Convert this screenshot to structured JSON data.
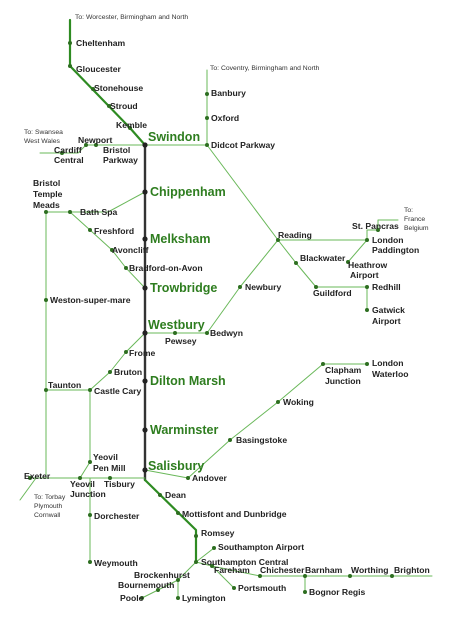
{
  "colors": {
    "line": "#6ab85a",
    "main_line": "#2e8b22",
    "core_line": "#333333",
    "major_label": "#2e7d1f",
    "label": "#222222"
  },
  "notes": {
    "worcester": "To: Worcester, Birmingham and North",
    "coventry": "To: Coventry, Birmingham and North",
    "swansea_1": "To: Swansea",
    "swansea_2": "West Wales",
    "france_1": "To:",
    "france_2": "France",
    "france_3": "Belgium",
    "torbay_1": "To: Torbay",
    "torbay_2": "Plymouth",
    "torbay_3": "Cornwall"
  },
  "major_stations": {
    "swindon": "Swindon",
    "chippenham": "Chippenham",
    "melksham": "Melksham",
    "trowbridge": "Trowbridge",
    "westbury": "Westbury",
    "dilton_marsh": "Dilton Marsh",
    "warminster": "Warminster",
    "salisbury": "Salisbury"
  },
  "stations": {
    "cheltenham": "Cheltenham",
    "gloucester": "Gloucester",
    "stonehouse": "Stonehouse",
    "stroud": "Stroud",
    "kemble": "Kemble",
    "banbury": "Banbury",
    "oxford": "Oxford",
    "didcot_parkway": "Didcot Parkway",
    "newport": "Newport",
    "cardiff_1": "Cardiff",
    "cardiff_2": "Central",
    "bristol_parkway_1": "Bristol",
    "bristol_parkway_2": "Parkway",
    "bristol_tm_1": "Bristol",
    "bristol_tm_2": "Temple",
    "bristol_tm_3": "Meads",
    "bath_spa": "Bath Spa",
    "freshford": "Freshford",
    "avoncliff": "Avoncliff",
    "bradford_on_avon": "Bradford-on-Avon",
    "weston_super_mare": "Weston-super-mare",
    "reading": "Reading",
    "st_pancras": "St. Pancras",
    "london_paddington_1": "London",
    "london_paddington_2": "Paddington",
    "blackwater": "Blackwater",
    "heathrow_1": "Heathrow",
    "heathrow_2": "Airport",
    "guildford": "Guildford",
    "redhill": "Redhill",
    "gatwick_1": "Gatwick",
    "gatwick_2": "Airport",
    "newbury": "Newbury",
    "pewsey": "Pewsey",
    "bedwyn": "Bedwyn",
    "frome": "Frome",
    "bruton": "Bruton",
    "castle_cary": "Castle Cary",
    "taunton": "Taunton",
    "clapham_1": "Clapham",
    "clapham_2": "Junction",
    "london_waterloo_1": "London",
    "london_waterloo_2": "Waterloo",
    "woking": "Woking",
    "basingstoke": "Basingstoke",
    "yeovil_pen_mill_1": "Yeovil",
    "yeovil_pen_mill_2": "Pen Mill",
    "exeter": "Exeter",
    "yeovil_junction_1": "Yeovil",
    "yeovil_junction_2": "Junction",
    "tisbury": "Tisbury",
    "andover": "Andover",
    "dean": "Dean",
    "mottisfont": "Mottisfont and Dunbridge",
    "dorchester": "Dorchester",
    "romsey": "Romsey",
    "southampton_airport": "Southampton Airport",
    "southampton_central": "Southampton Central",
    "fareham": "Fareham",
    "chichester": "Chichester",
    "barnham": "Barnham",
    "worthing": "Worthing",
    "brighton": "Brighton",
    "bognor_regis": "Bognor Regis",
    "portsmouth": "Portsmouth",
    "brockenhurst": "Brockenhurst",
    "bournemouth": "Bournemouth",
    "poole": "Poole",
    "lymington": "Lymington",
    "weymouth": "Weymouth"
  }
}
